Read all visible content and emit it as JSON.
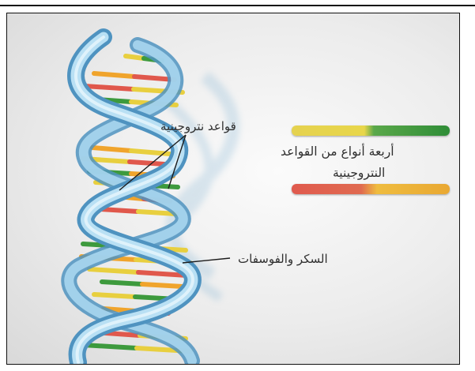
{
  "labels": {
    "nitrogen_bases": "قواعد نتروجينية",
    "four_types_line1": "أربعة أنواع من القواعد",
    "four_types_line2": "النتروجينية",
    "sugar_phosphate": "السكر والفوسفات"
  },
  "legend_bars": [
    {
      "name": "yellow-green",
      "colors": [
        "#e5d24f",
        "#2f8d37"
      ]
    },
    {
      "name": "red-orange",
      "colors": [
        "#e05a4e",
        "#e9a832"
      ]
    }
  ],
  "colors": {
    "backbone": "#8fc6e6",
    "backbone_edge": "#4f93c0",
    "base_yellow": "#e8cf3f",
    "base_green": "#3d9a3d",
    "base_red": "#e0584c",
    "base_orange": "#f0a42c",
    "leader_line": "#1c1c1c"
  }
}
